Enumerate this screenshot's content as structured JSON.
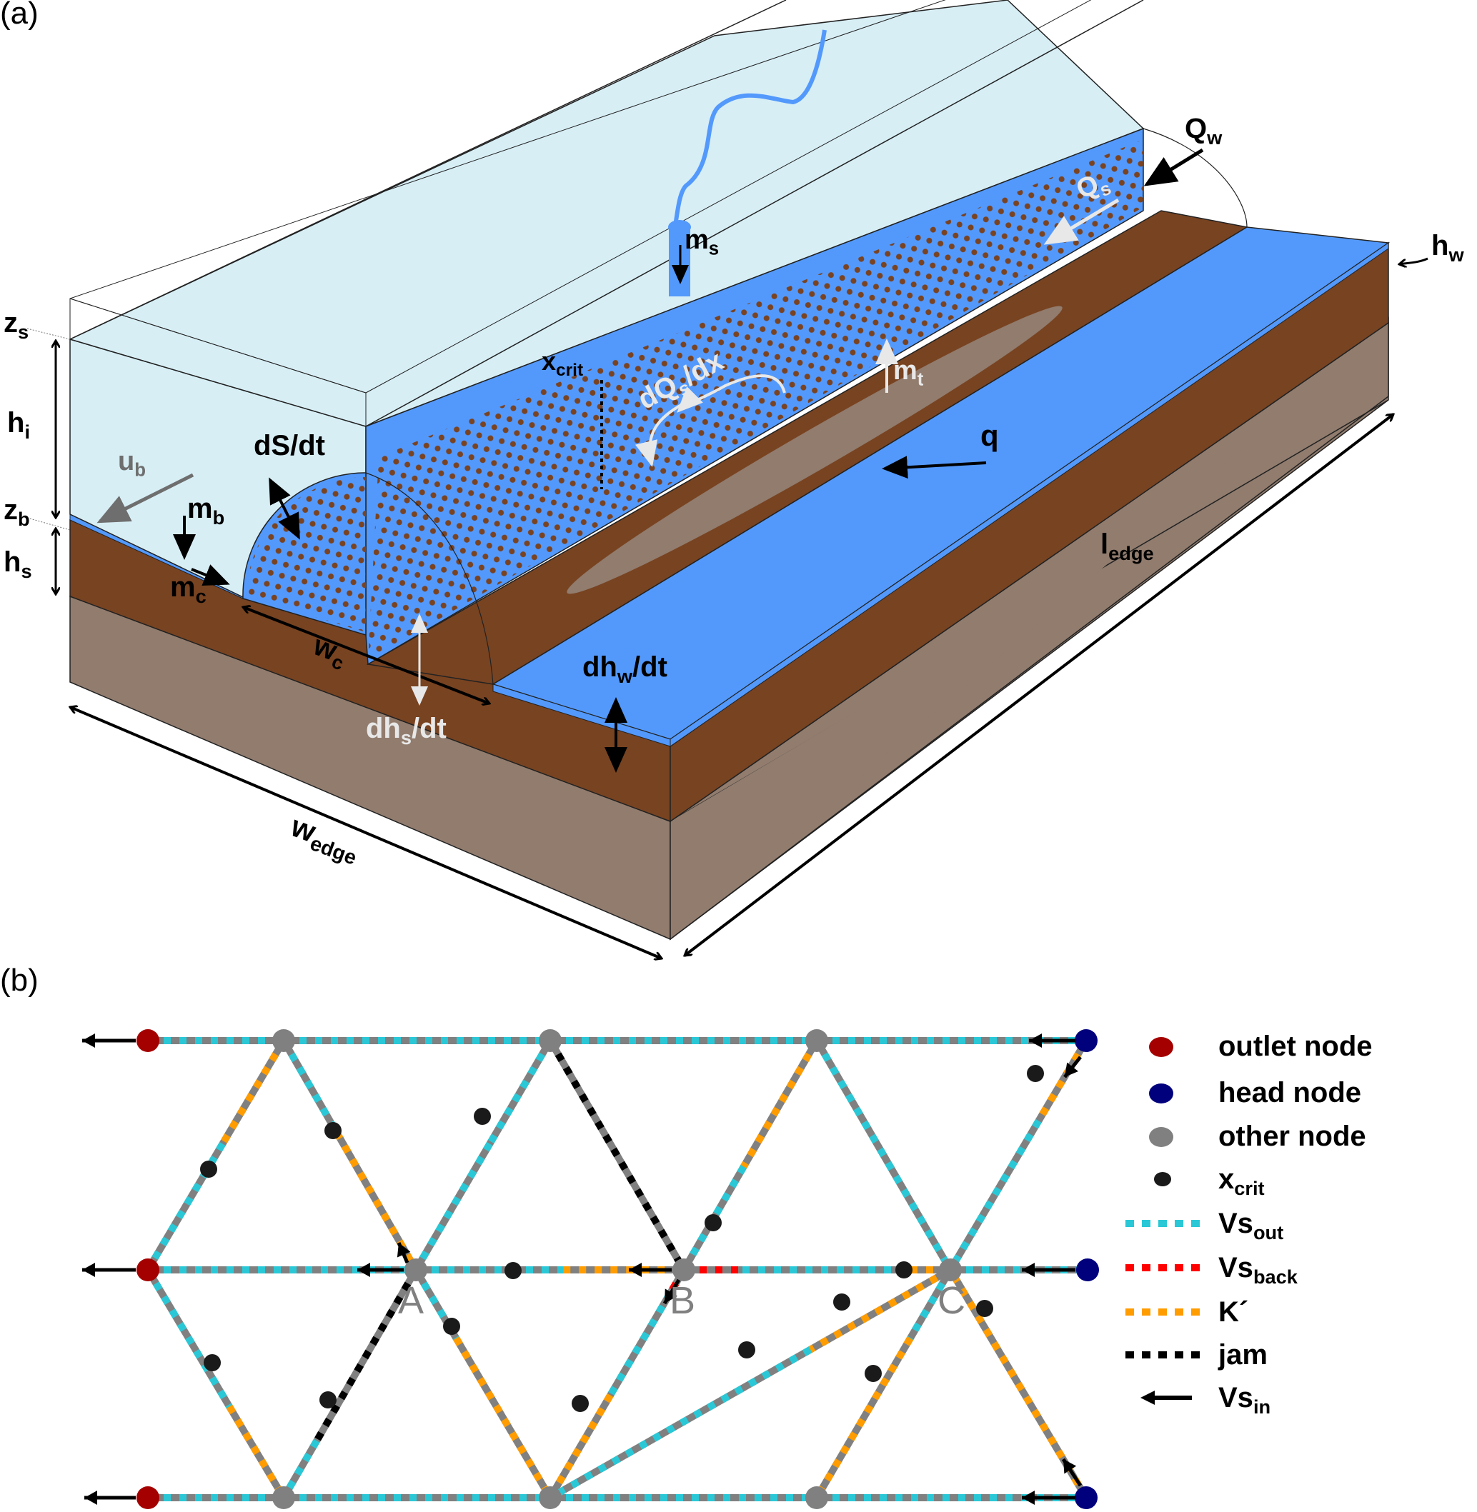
{
  "panel_a": {
    "panel_label": "(a)",
    "labels": {
      "z_s": {
        "main": "z",
        "sub": "s"
      },
      "h_i": {
        "main": "h",
        "sub": "i"
      },
      "z_b": {
        "main": "z",
        "sub": "b"
      },
      "h_s": {
        "main": "h",
        "sub": "s"
      },
      "u_b": {
        "main": "u",
        "sub": "b"
      },
      "m_b": {
        "main": "m",
        "sub": "b"
      },
      "m_c": {
        "main": "m",
        "sub": "c"
      },
      "dS_dt": {
        "main": "dS/dt"
      },
      "w_c": {
        "main": "w",
        "sub": "c"
      },
      "dhs_dt": {
        "pre": "dh",
        "sub": "s",
        "post": "/dt"
      },
      "dhw_dt": {
        "pre": "dh",
        "sub": "w",
        "post": "/dt"
      },
      "x_crit": {
        "main": "x",
        "sub": "crit"
      },
      "dQs_dx": {
        "pre": "dQ",
        "sub": "s",
        "post": "/dx"
      },
      "m_s": {
        "main": "m",
        "sub": "s"
      },
      "m_t": {
        "main": "m",
        "sub": "t"
      },
      "q": {
        "main": "q"
      },
      "Q_w": {
        "main": "Q",
        "sub": "w"
      },
      "Q_s": {
        "main": "Q",
        "sub": "s"
      },
      "h_w": {
        "main": "h",
        "sub": "w"
      },
      "l_edge": {
        "main": "l",
        "sub": "edge"
      },
      "w_edge": {
        "main": "w",
        "sub": "edge"
      }
    },
    "colors": {
      "ice": "#d7eef5",
      "water": "#5399fc",
      "sediment": "#784321",
      "bedrock": "#917c6e",
      "sediment_dots": "#7a4321",
      "light_arrow": "#e8e8e8",
      "gray_arrow": "#6e6e6e"
    }
  },
  "panel_b": {
    "panel_label": "(b)",
    "node_labels": [
      "A",
      "B",
      "C"
    ],
    "legend": [
      {
        "type": "dot",
        "color": "#a50000",
        "label": "outlet node"
      },
      {
        "type": "dot",
        "color": "#00007d",
        "label": "head node"
      },
      {
        "type": "dot",
        "color": "#808080",
        "label": "other node"
      },
      {
        "type": "small-dot",
        "color": "#1a1a1a",
        "label": "x",
        "sub": "crit"
      },
      {
        "type": "dash",
        "color": "#2ac8d6",
        "label": "Vs",
        "sub": "out"
      },
      {
        "type": "dash",
        "color": "#ff0000",
        "label": "Vs",
        "sub": "back"
      },
      {
        "type": "dash",
        "color": "#ff9c00",
        "label": "K´"
      },
      {
        "type": "dash",
        "color": "#000000",
        "label": "jam"
      },
      {
        "type": "arrow",
        "color": "#000000",
        "label": "Vs",
        "sub": "in"
      }
    ],
    "colors": {
      "edge_base": "#808080",
      "vs_out": "#2ac8d6",
      "vs_back": "#ff0000",
      "k_prime": "#ff9c00",
      "jam": "#000000",
      "outlet": "#a50000",
      "head": "#00007d",
      "other": "#808080",
      "xcrit": "#1a1a1a",
      "node_label": "#808080"
    }
  }
}
